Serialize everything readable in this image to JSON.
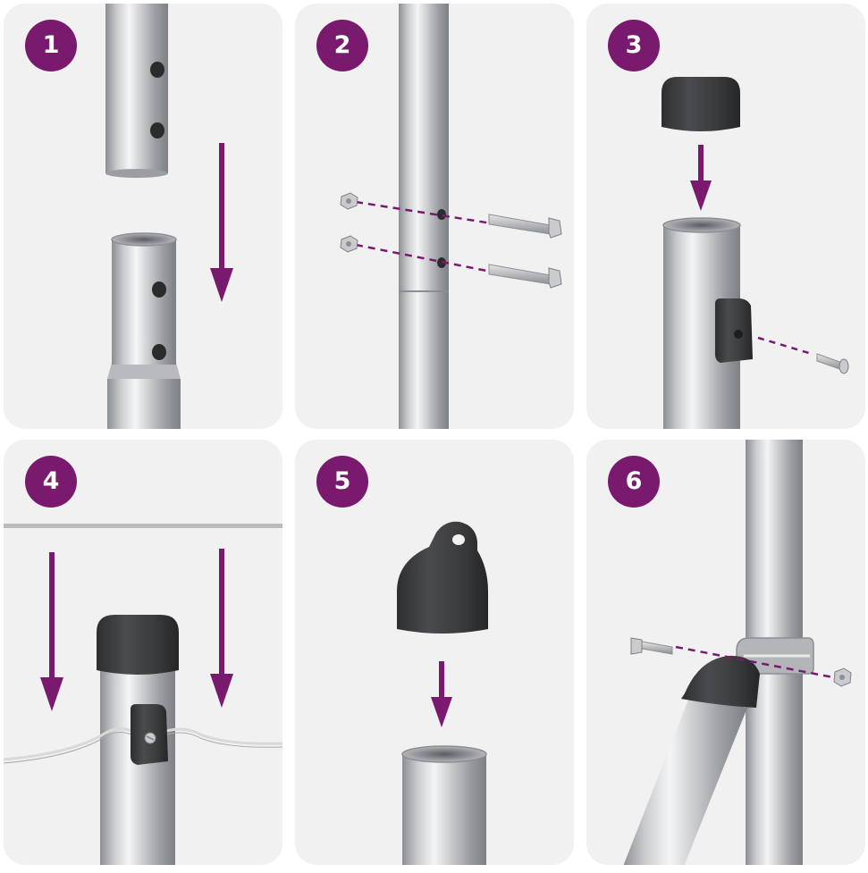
{
  "steps": [
    {
      "number": "1"
    },
    {
      "number": "2"
    },
    {
      "number": "3"
    },
    {
      "number": "4"
    },
    {
      "number": "5"
    },
    {
      "number": "6"
    }
  ],
  "colors": {
    "badge": "#7a1a6e",
    "arrow": "#7a1a6e",
    "panel_background": "#f1f1f2",
    "cap": "#3d3e40",
    "steel": "#c4c6c9"
  }
}
